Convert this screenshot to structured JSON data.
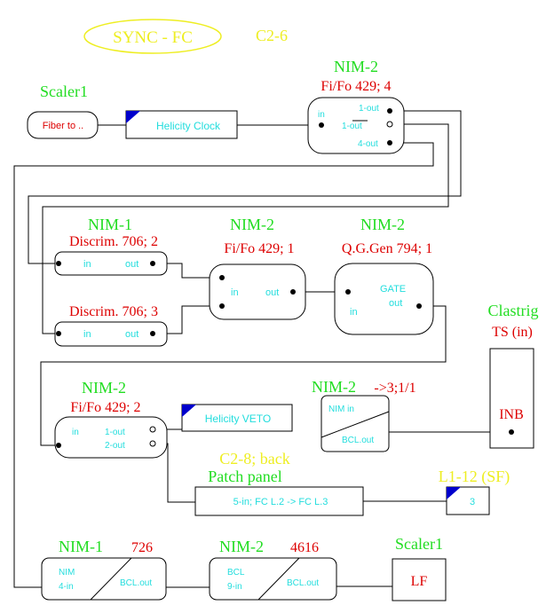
{
  "title": {
    "text": "SYNC - FC",
    "location": "C2-6"
  },
  "colors": {
    "module_label": "#22dd22",
    "module_title": "#dd0000",
    "location": "#eeee22",
    "port_text": "#22dddd",
    "corner_marker": "#0000cc"
  },
  "modules": {
    "scaler1_top": {
      "label": "Scaler1",
      "box": "Fiber to .."
    },
    "helicity_clock": {
      "label": "Helicity Clock"
    },
    "fifo_top": {
      "crate": "NIM-2",
      "title": "Fi/Fo 429; 4",
      "in": "in",
      "out1": "1-out",
      "out1bar": "1-out",
      "out4": "4-out"
    },
    "discrim2": {
      "crate": "NIM-1",
      "title": "Discrim. 706; 2",
      "in": "in",
      "out": "out"
    },
    "discrim3": {
      "title": "Discrim. 706; 3",
      "in": "in",
      "out": "out"
    },
    "fifo1": {
      "crate": "NIM-2",
      "title": "Fi/Fo 429; 1",
      "in": "in",
      "out": "out"
    },
    "qggen": {
      "crate": "NIM-2",
      "title": "Q.G.Gen 794; 1",
      "gate": "GATE",
      "out": "out",
      "in": "in"
    },
    "clastrig": {
      "label": "Clastrig",
      "title": "TS (in)",
      "port": "INB"
    },
    "fifo2": {
      "crate": "NIM-2",
      "title": "Fi/Fo 429; 2",
      "in": "in",
      "out1": "1-out",
      "out2": "2-out"
    },
    "helicity_veto": {
      "label": "Helicity VETO"
    },
    "translator": {
      "crate": "NIM-2",
      "title": "->3;1/1",
      "nim_in": "NIM in",
      "bcl_out": "BCL.out"
    },
    "patch_panel": {
      "location": "C2-8; back",
      "label": "Patch panel",
      "text": "5-in; FC L.2 -> FC L.3"
    },
    "l1_12": {
      "label": "L1-12 (SF)",
      "channel": "3"
    },
    "nim1_726": {
      "crate": "NIM-1",
      "title": "726",
      "in_line1": "NIM",
      "in_line2": "4-in",
      "out": "BCL.out"
    },
    "nim2_4616": {
      "crate": "NIM-2",
      "title": "4616",
      "in_line1": "BCL",
      "in_line2": "9-in",
      "out": "BCL.out"
    },
    "scaler1_bottom": {
      "label": "Scaler1",
      "box": "LF"
    }
  }
}
